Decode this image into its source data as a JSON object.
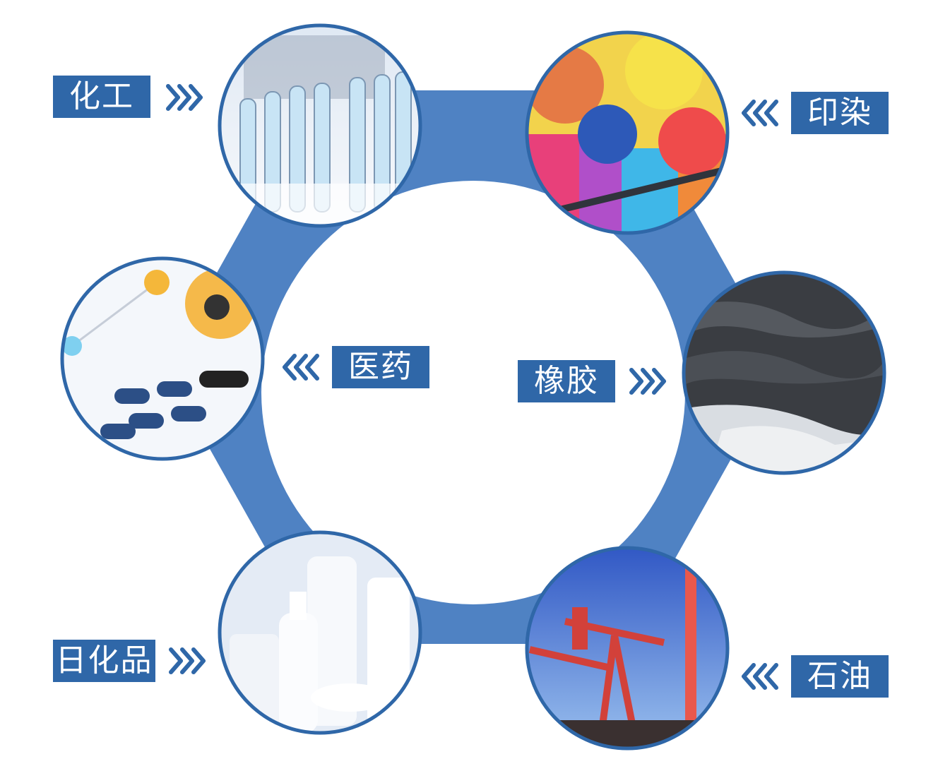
{
  "nodes": [
    {
      "id": "chemical",
      "label": "化工",
      "icon": "test-tubes-icon"
    },
    {
      "id": "dyeing",
      "label": "印染",
      "icon": "paint-palette-icon"
    },
    {
      "id": "medicine",
      "label": "医药",
      "icon": "pills-icon"
    },
    {
      "id": "rubber",
      "label": "橡胶",
      "icon": "rubber-sheets-icon"
    },
    {
      "id": "daily",
      "label": "日化品",
      "icon": "cosmetic-bottles-icon"
    },
    {
      "id": "petroleum",
      "label": "石油",
      "icon": "oil-pumpjack-icon"
    }
  ],
  "colors": {
    "accent": "#2f67a8",
    "ring": "#4f82c3"
  }
}
